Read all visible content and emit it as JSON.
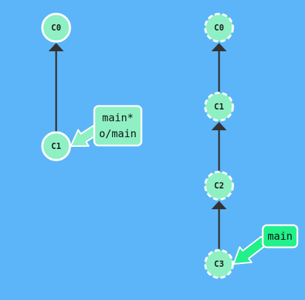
{
  "colors": {
    "background": "#5cb5f8",
    "commit_fill": "#8ff0c4",
    "commit_stroke": "#ffffff",
    "edge": "#333333",
    "local_branch_fill": "#8ff0c4",
    "remote_branch_fill": "#22f08a"
  },
  "panels": [
    {
      "commits": [
        {
          "id": "C0",
          "label": "C0",
          "style": "solid"
        },
        {
          "id": "C1",
          "label": "C1",
          "style": "solid"
        }
      ],
      "edges": [
        {
          "from": "C1",
          "to": "C0"
        }
      ],
      "branches": [
        {
          "lines": [
            "main*",
            "o/main"
          ],
          "target": "C1",
          "kind": "local"
        }
      ]
    },
    {
      "commits": [
        {
          "id": "C0",
          "label": "C0",
          "style": "dashed"
        },
        {
          "id": "C1",
          "label": "C1",
          "style": "dashed"
        },
        {
          "id": "C2",
          "label": "C2",
          "style": "dashed"
        },
        {
          "id": "C3",
          "label": "C3",
          "style": "dashed"
        }
      ],
      "edges": [
        {
          "from": "C1",
          "to": "C0"
        },
        {
          "from": "C2",
          "to": "C1"
        },
        {
          "from": "C3",
          "to": "C2"
        }
      ],
      "branches": [
        {
          "lines": [
            "main"
          ],
          "target": "C3",
          "kind": "remote"
        }
      ]
    }
  ]
}
